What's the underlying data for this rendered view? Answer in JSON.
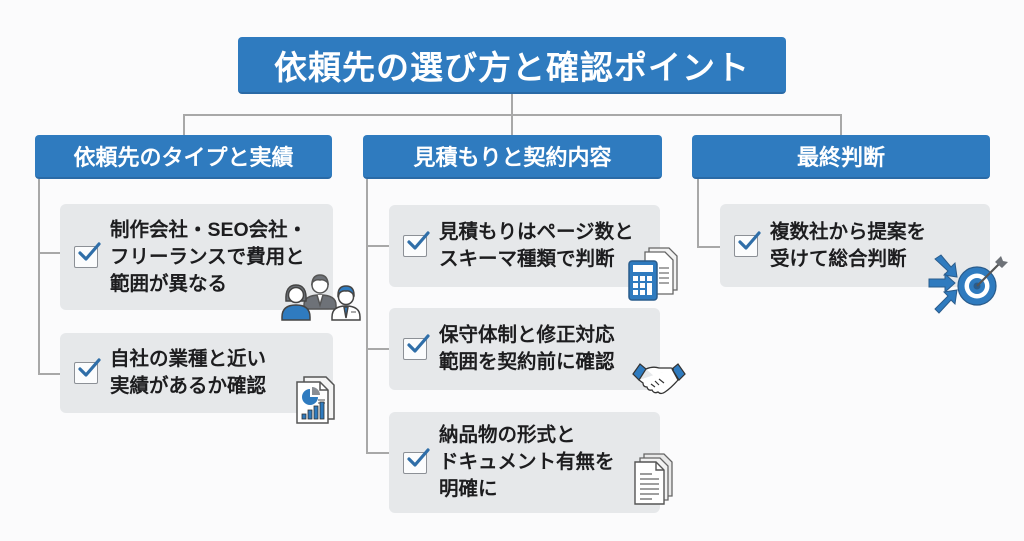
{
  "title": "依頼先の選び方と確認ポイント",
  "colors": {
    "header_blue": "#2f7bbf",
    "item_bg": "#e6e8ea",
    "connector": "#a8a8a8",
    "check_blue": "#2f6ea8"
  },
  "columns": [
    {
      "header": "依頼先のタイプと実績",
      "items": [
        {
          "lines": [
            "制作会社・SEO会社・",
            "フリーランスで費用と",
            "範囲が異なる"
          ],
          "checked": true,
          "icon": "people-group-icon"
        },
        {
          "lines": [
            "自社の業種と近い",
            "実績があるか確認"
          ],
          "checked": true,
          "icon": "chart-report-icon"
        }
      ]
    },
    {
      "header": "見積もりと契約内容",
      "items": [
        {
          "lines": [
            "見積もりはページ数と",
            "スキーマ種類で判断"
          ],
          "checked": true,
          "icon": "calculator-documents-icon"
        },
        {
          "lines": [
            "保守体制と修正対応",
            "範囲を契約前に確認"
          ],
          "checked": true,
          "icon": "handshake-icon"
        },
        {
          "lines": [
            "納品物の形式と",
            "ドキュメント有無を",
            "明確に"
          ],
          "checked": true,
          "icon": "document-stack-icon"
        }
      ]
    },
    {
      "header": "最終判断",
      "items": [
        {
          "lines": [
            "複数社から提案を",
            "受けて総合判断"
          ],
          "checked": true,
          "icon": "target-arrows-icon"
        }
      ]
    }
  ]
}
